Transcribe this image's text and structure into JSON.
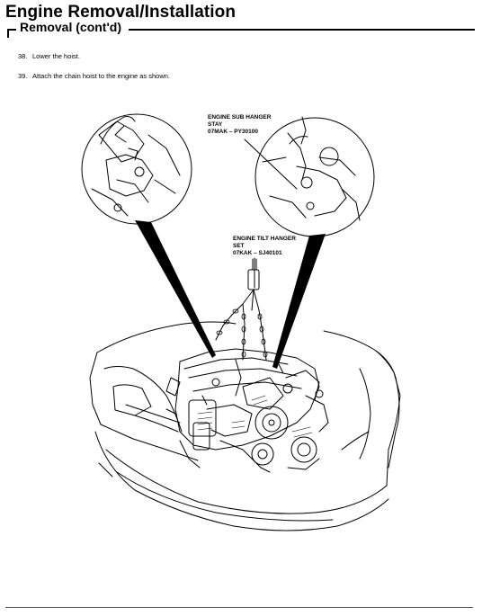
{
  "header": {
    "title": "Engine Removal/Installation",
    "section": "Removal (cont'd)"
  },
  "steps": [
    {
      "number": "38.",
      "text": "Lower the hoist."
    },
    {
      "number": "39.",
      "text": "Attach the chain hoist to the engine as shown."
    }
  ],
  "callouts": {
    "sub_hanger": {
      "line1": "ENGINE SUB HANGER",
      "line2": "STAY",
      "line3": "07MAK – PY30100"
    },
    "tilt_hanger": {
      "line1": "ENGINE TILT HANGER",
      "line2": "SET",
      "line3": "07KAK – SJ40101"
    }
  }
}
